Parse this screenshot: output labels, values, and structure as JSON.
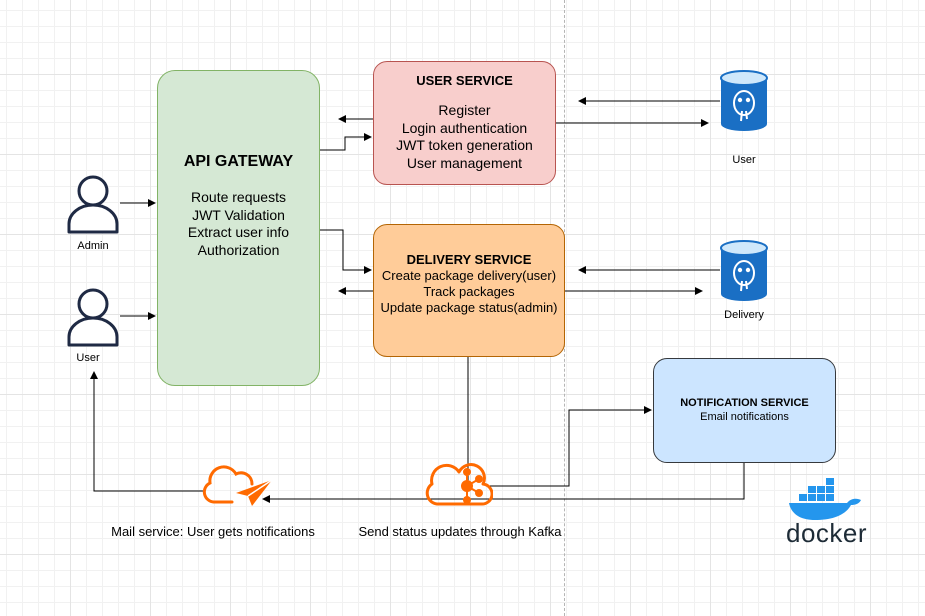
{
  "api_gateway": {
    "title": "API GATEWAY",
    "lines": [
      "Route requests",
      "JWT Validation",
      "Extract user info",
      "Authorization"
    ]
  },
  "user_service": {
    "title": "USER SERVICE",
    "lines": [
      "Register",
      "Login authentication",
      "JWT token generation",
      "User management"
    ]
  },
  "delivery_service": {
    "title": "DELIVERY SERVICE",
    "lines": [
      "Create package delivery(user)",
      "Track packages",
      "Update package status(admin)"
    ]
  },
  "notification_service": {
    "title": "NOTIFICATION SERVICE",
    "lines": [
      "Email notifications"
    ]
  },
  "actors": {
    "admin": "Admin",
    "user": "User"
  },
  "databases": {
    "user": "User",
    "delivery": "Delivery"
  },
  "captions": {
    "mail": "Mail service: User gets notifications",
    "kafka": "Send status updates through Kafka"
  },
  "docker": {
    "word": "docker"
  },
  "colors": {
    "gateway_fill": "#d5e8d4",
    "user_service_fill": "#f8cecc",
    "delivery_service_fill": "#ffcc99",
    "notification_fill": "#cce5ff",
    "postgres_blue": "#1a6fc4",
    "kafka_orange": "#ff6a00",
    "docker_blue": "#2496ed"
  },
  "icons": [
    "person-icon",
    "postgresql-icon",
    "mail-cloud-icon",
    "kafka-cloud-icon",
    "docker-whale-icon"
  ]
}
